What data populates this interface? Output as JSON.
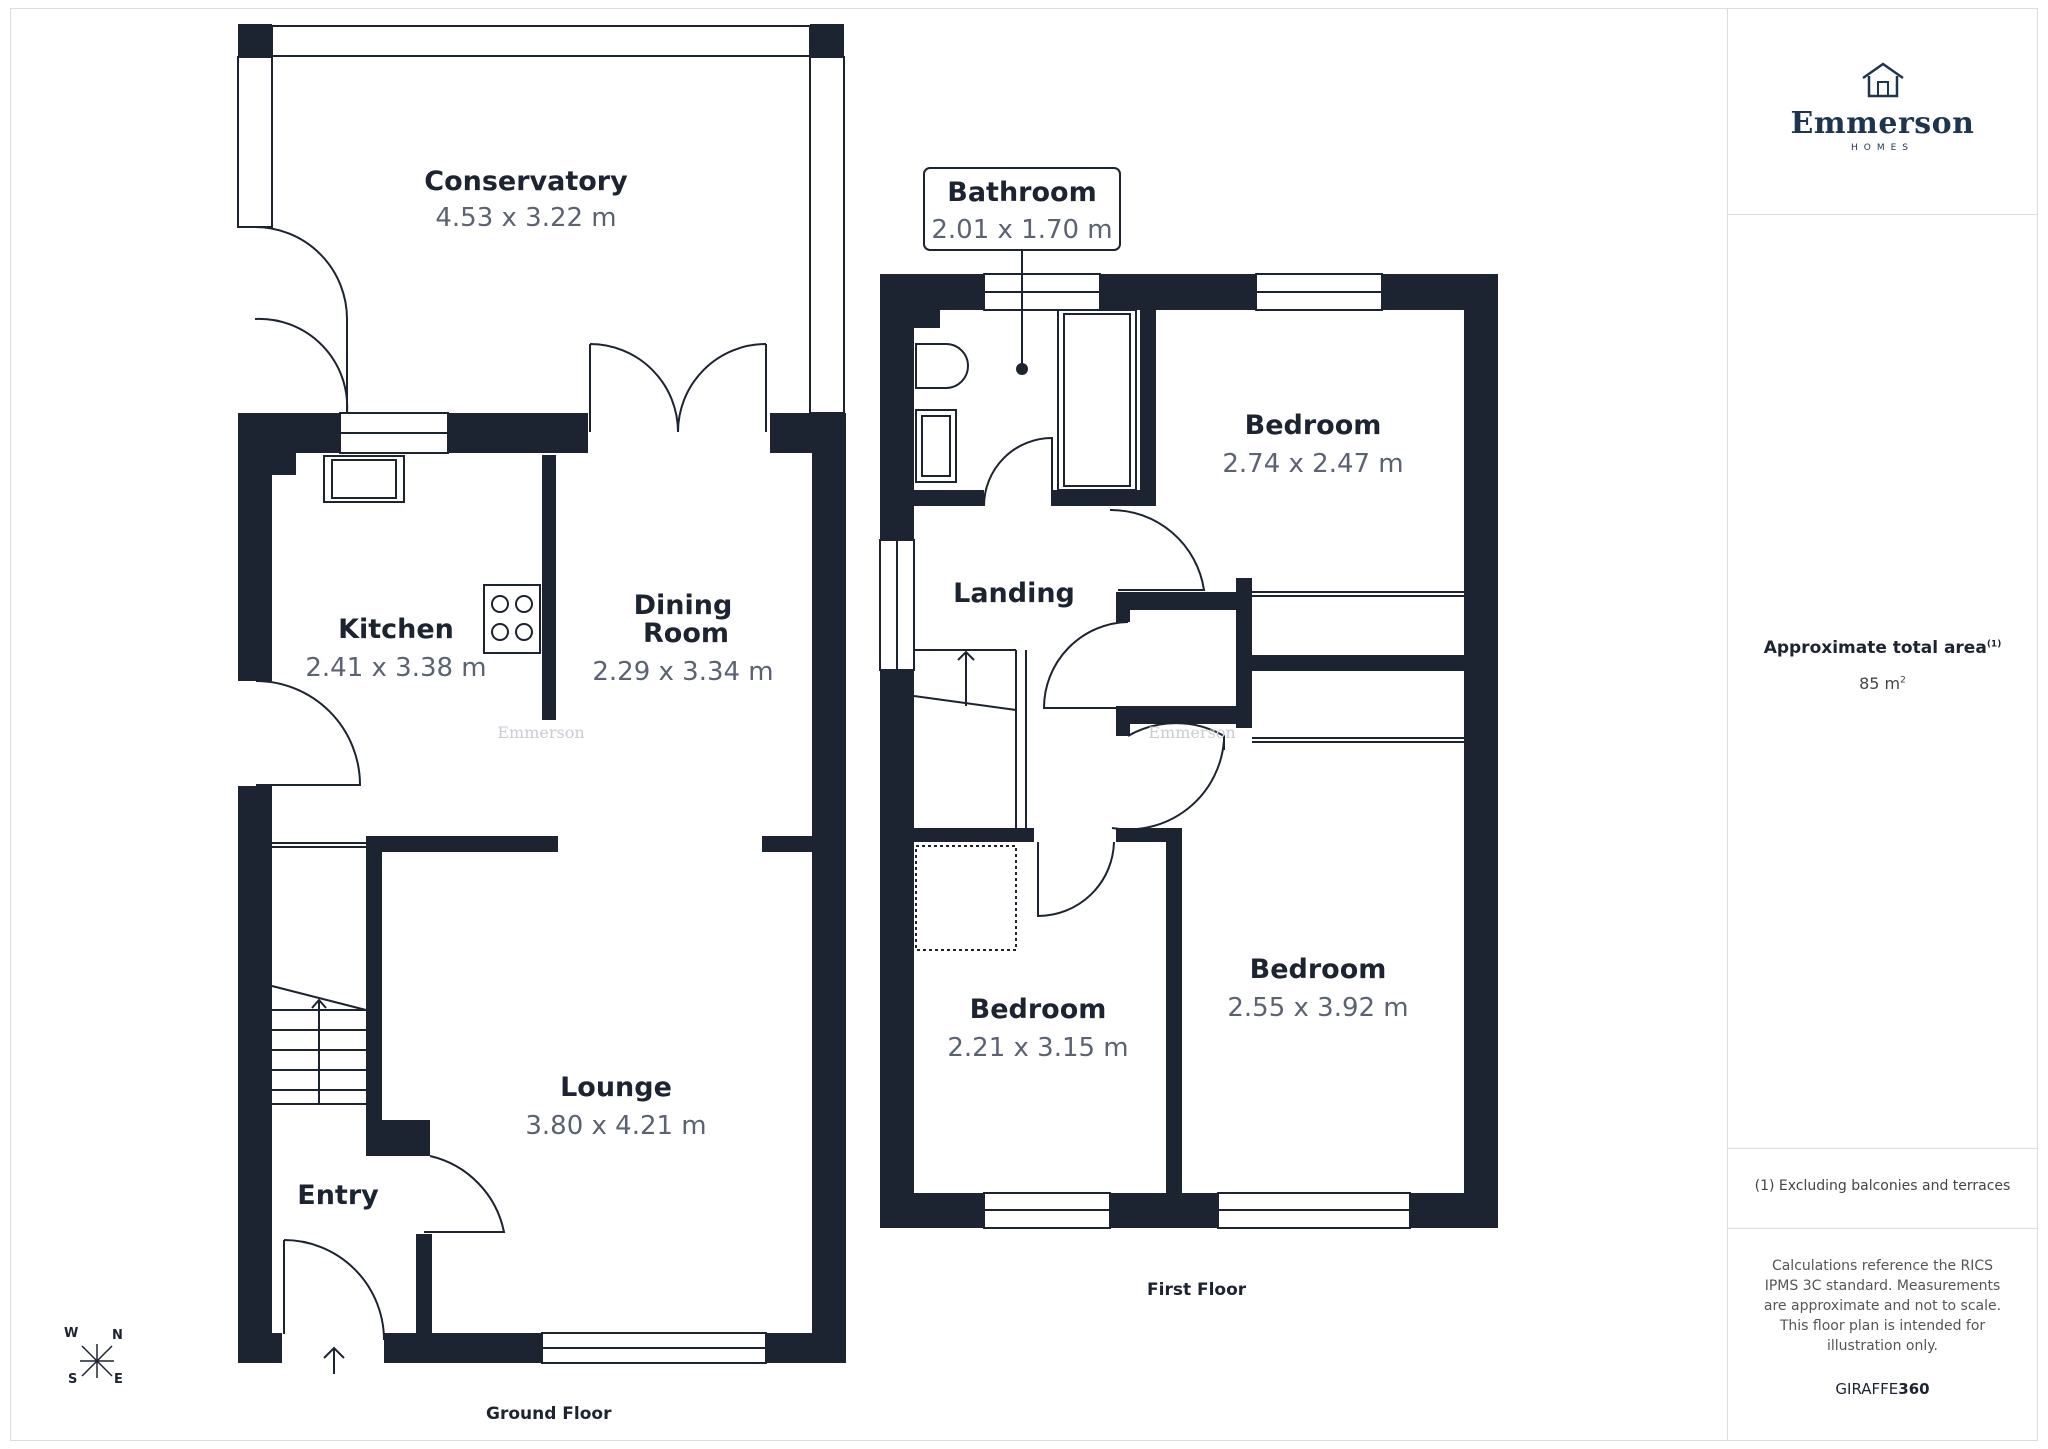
{
  "brand_logo": {
    "name": "Emmerson",
    "tagline": "HOMES",
    "icon": "house-icon"
  },
  "watermark": "Emmerson",
  "floors": [
    {
      "label": "Ground Floor"
    },
    {
      "label": "First Floor"
    }
  ],
  "rooms": {
    "conservatory": {
      "name": "Conservatory",
      "dims": "4.53 x 3.22 m"
    },
    "kitchen": {
      "name": "Kitchen",
      "dims": "2.41 x 3.38 m"
    },
    "dining": {
      "name_line1": "Dining",
      "name_line2": "Room",
      "dims": "2.29 x 3.34 m"
    },
    "lounge": {
      "name": "Lounge",
      "dims": "3.80 x 4.21 m"
    },
    "entry": {
      "name": "Entry"
    },
    "bathroom": {
      "name": "Bathroom",
      "dims": "2.01 x 1.70 m"
    },
    "bedroom_1": {
      "name": "Bedroom",
      "dims": "2.74 x 2.47 m"
    },
    "landing": {
      "name": "Landing"
    },
    "bedroom_2": {
      "name": "Bedroom",
      "dims": "2.55 x 3.92 m"
    },
    "bedroom_3": {
      "name": "Bedroom",
      "dims": "2.21 x 3.15 m"
    }
  },
  "compass": {
    "w": "W",
    "n": "N",
    "s": "S",
    "e": "E"
  },
  "side_panel": {
    "area_title": "Approximate total area",
    "area_footnote_marker": "(1)",
    "area_value": "85 m",
    "area_unit_sup": "2",
    "footnote": "(1) Excluding balconies and terraces",
    "calc_note": "Calculations reference the RICS IPMS 3C standard. Measurements are approximate and not to scale. This floor plan is intended for illustration only.",
    "brand_prefix": "GIRAFFE",
    "brand_suffix": "360"
  },
  "colors": {
    "wall": "#1c2331",
    "text": "#1c2331",
    "dim_text": "#5b6373",
    "border": "#d9dce1"
  }
}
